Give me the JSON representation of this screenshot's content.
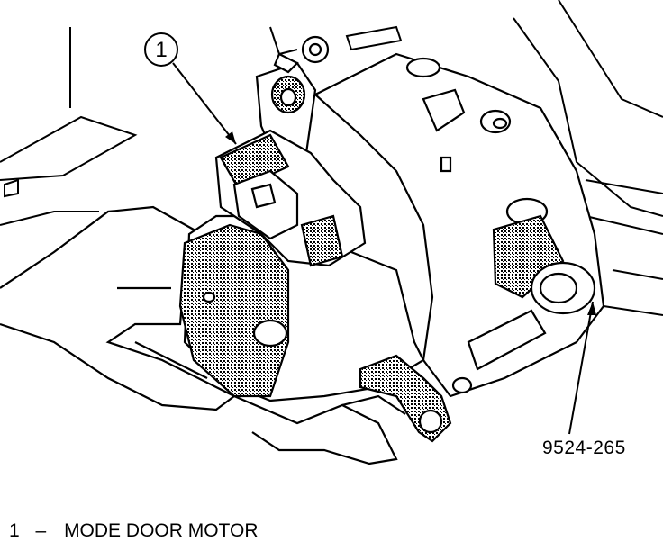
{
  "callout": {
    "number": "1"
  },
  "figure_code": "9524-265",
  "legend": [
    {
      "number": "1",
      "separator": "–",
      "label": "MODE DOOR MOTOR"
    }
  ],
  "colors": {
    "ink": "#000000",
    "shade": "#8a8a8a",
    "paper": "#ffffff"
  }
}
